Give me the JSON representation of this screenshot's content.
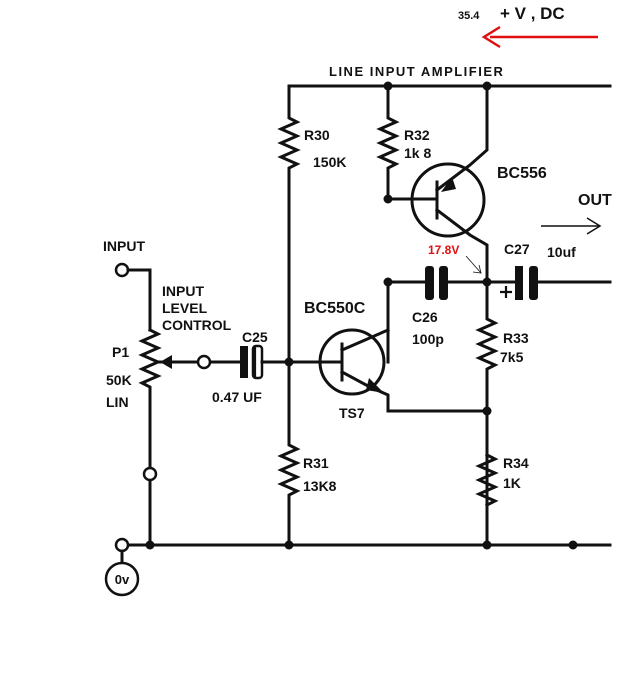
{
  "supply": {
    "value": "35.4",
    "label": "+ V , DC",
    "arrow_color": "#e01010"
  },
  "title": "LINE INPUT AMPLIFIER",
  "output": {
    "label": "OUT"
  },
  "input": {
    "label": "INPUT"
  },
  "ground": {
    "label": "0v"
  },
  "test_voltage": {
    "value": "17.8V",
    "color": "#e01010"
  },
  "components": {
    "r30": {
      "ref": "R30",
      "value": "150K"
    },
    "r31": {
      "ref": "R31",
      "value": "13K8"
    },
    "r32": {
      "ref": "R32",
      "value": "1k 8"
    },
    "r33": {
      "ref": "R33",
      "value": "7k5"
    },
    "r34": {
      "ref": "R34",
      "value": "1K"
    },
    "c25": {
      "ref": "C25",
      "value": "0.47 UF"
    },
    "c26": {
      "ref": "C26",
      "value": "100p"
    },
    "c27": {
      "ref": "C27",
      "value": "10uf"
    },
    "p1": {
      "ref": "P1",
      "value": "50K",
      "type": "LIN",
      "label_line1": "INPUT",
      "label_line2": "LEVEL",
      "label_line3": "CONTROL"
    },
    "q1": {
      "part": "BC550C",
      "ref": "TS7"
    },
    "q2": {
      "part": "BC556"
    }
  }
}
